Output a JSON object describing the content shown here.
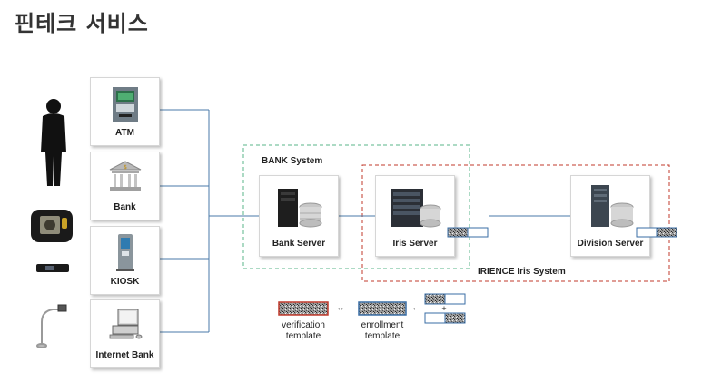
{
  "page": {
    "title": "핀테크 서비스"
  },
  "channels": [
    {
      "key": "atm",
      "label": "ATM",
      "icon": "atm-icon"
    },
    {
      "key": "bank",
      "label": "Bank",
      "icon": "bank-building-icon"
    },
    {
      "key": "kiosk",
      "label": "KIOSK",
      "icon": "kiosk-icon"
    },
    {
      "key": "internet-bank",
      "label": "Internet Bank",
      "icon": "desktop-computer-icon"
    }
  ],
  "bank_system": {
    "label": "BANK System",
    "server": {
      "label": "Bank Server",
      "icon": "server-database-icon"
    }
  },
  "iris_system": {
    "label": "IRIENCE Iris System",
    "iris_server": {
      "label": "Iris Server",
      "icon": "server-database-icon"
    },
    "division_server": {
      "label": "Division Server",
      "icon": "server-database-icon"
    }
  },
  "legend": {
    "verification": {
      "line1": "verification",
      "line2": "template"
    },
    "enrollment": {
      "line1": "enrollment",
      "line2": "template"
    },
    "arrow_between": "↔",
    "arrow_left": "←",
    "plus": "+"
  },
  "devices": [
    {
      "name": "person-silhouette"
    },
    {
      "name": "iris-scanner-device"
    },
    {
      "name": "usb-iris-reader"
    },
    {
      "name": "gooseneck-iris-camera"
    }
  ],
  "colors": {
    "bank_border": "#5ab58a",
    "iris_border": "#c0392b",
    "line": "#4a7aa8",
    "template_border_red": "#c0392b",
    "template_border_blue": "#3a6ea5"
  }
}
